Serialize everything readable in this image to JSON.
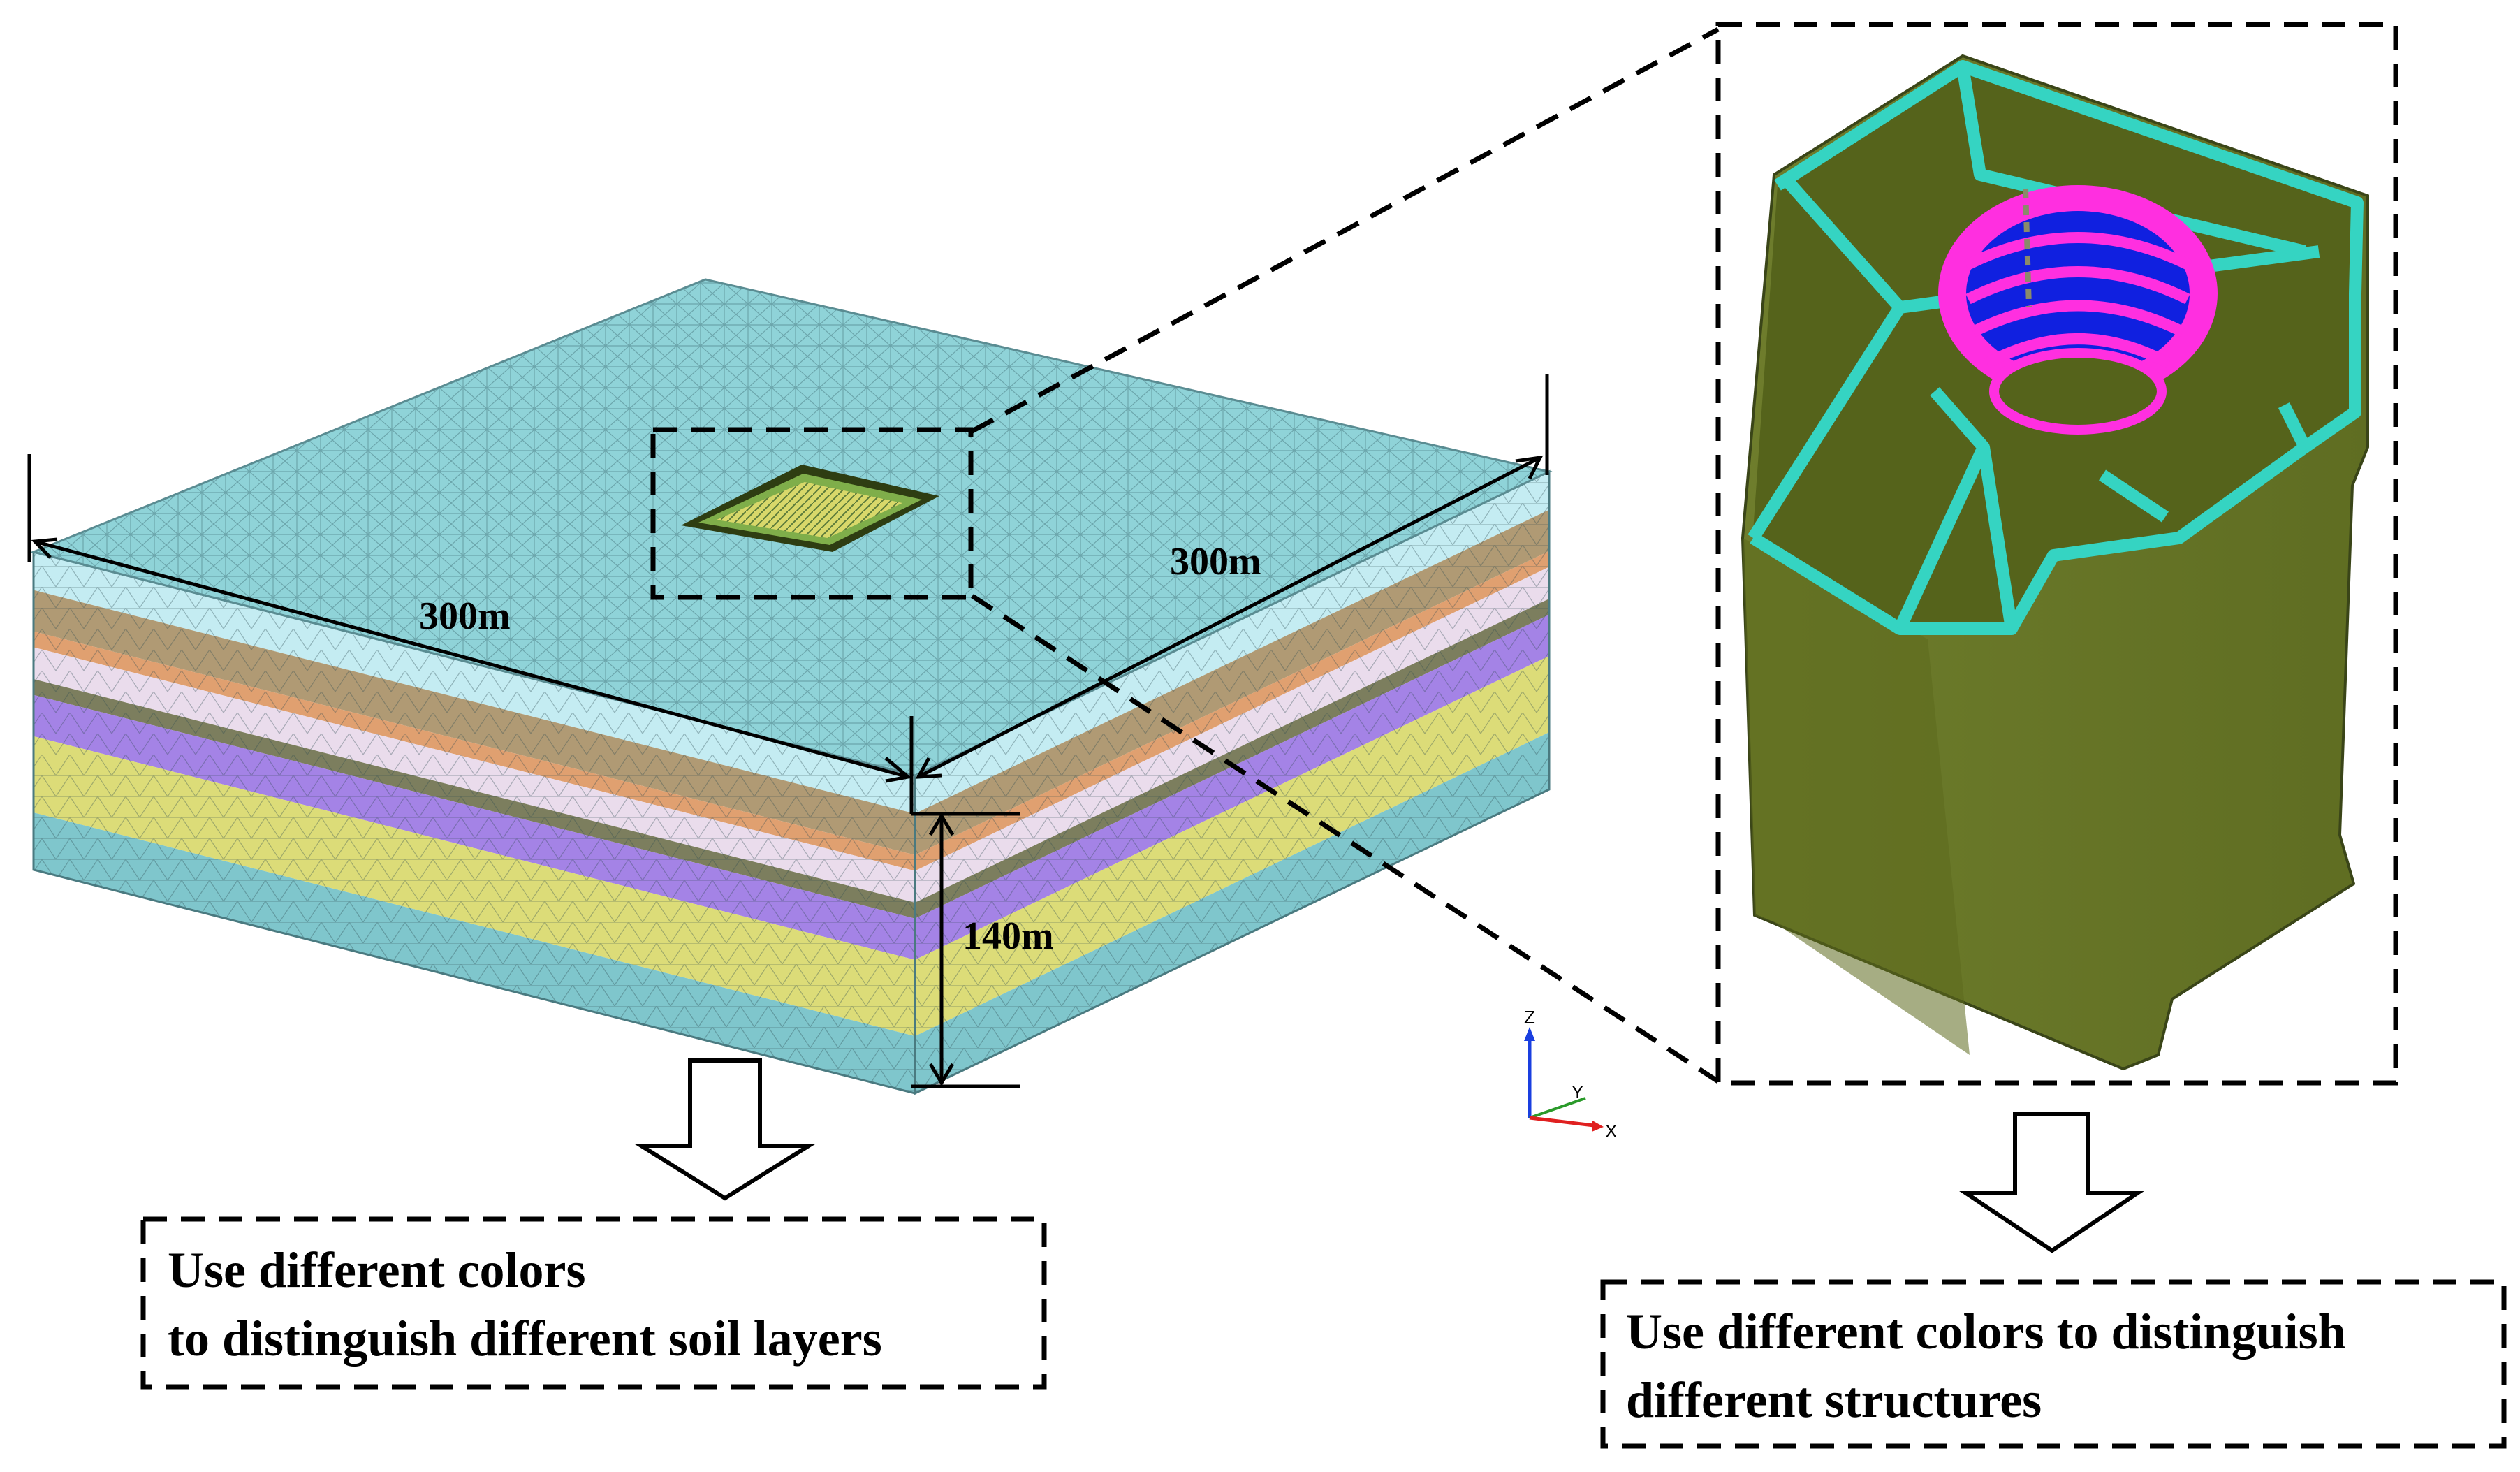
{
  "dimensions": {
    "width_label": "300m",
    "depth_label": "300m",
    "height_label": "140m"
  },
  "captions": {
    "soil_line1": "Use different colors",
    "soil_line2": "to distinguish different soil layers",
    "structure_line1": "Use different colors to distinguish",
    "structure_line2": "different structures"
  },
  "axes": {
    "z": "Z",
    "y": "Y",
    "x": "X"
  },
  "colors": {
    "mesh_top": "#8fd3d8",
    "mesh_line": "#4f7f86",
    "structure_body": "#6b7a2a",
    "structure_outline": "#3a4518",
    "beam": "#35d4c2",
    "ring_magenta": "#ff2fe0",
    "ring_blue": "#1020e0",
    "soil_layers": [
      "#c4ecf2",
      "#b09a74",
      "#e0a070",
      "#eadcec",
      "#7c7e5e",
      "#a483e6",
      "#dcdc78",
      "#7fc6cc"
    ]
  }
}
